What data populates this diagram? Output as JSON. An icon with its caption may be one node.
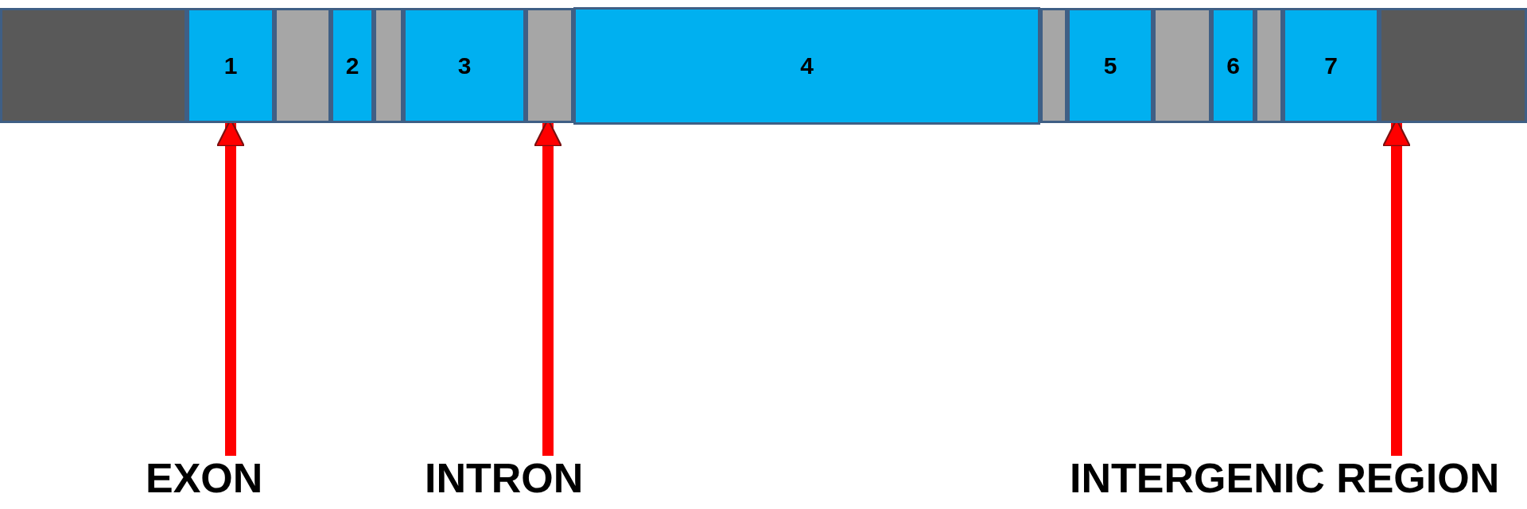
{
  "diagram": {
    "nodes": [
      {
        "text": [],
        "shape": "box"
      },
      {
        "text": [
          "1"
        ]
      },
      {
        "text": [],
        "shape": "box"
      },
      {
        "text": [
          "2"
        ]
      },
      {
        "text": [],
        "shape": "box"
      },
      {
        "text": [
          "3"
        ]
      },
      {
        "text": [],
        "shape": "box"
      },
      {
        "text": [
          "4"
        ]
      },
      {
        "text": [],
        "shape": "box"
      },
      {
        "text": [
          "5"
        ]
      },
      {
        "text": [],
        "shape": "box"
      },
      {
        "text": [
          "6"
        ]
      },
      {
        "text": [],
        "shape": "box"
      },
      {
        "text": [
          "7"
        ]
      },
      {
        "text": [],
        "shape": "box"
      },
      {
        "text": [
          "EXON"
        ]
      },
      {
        "text": [
          "INTRON"
        ]
      },
      {
        "text": [
          "INTERGENIC REGION"
        ]
      }
    ],
    "edges": [
      {
        "from": 15,
        "to": 1,
        "arrow": "to"
      },
      {
        "from": 16,
        "to": 6,
        "arrow": "to"
      },
      {
        "from": 17,
        "to": 14,
        "arrow": "to"
      }
    ]
  }
}
